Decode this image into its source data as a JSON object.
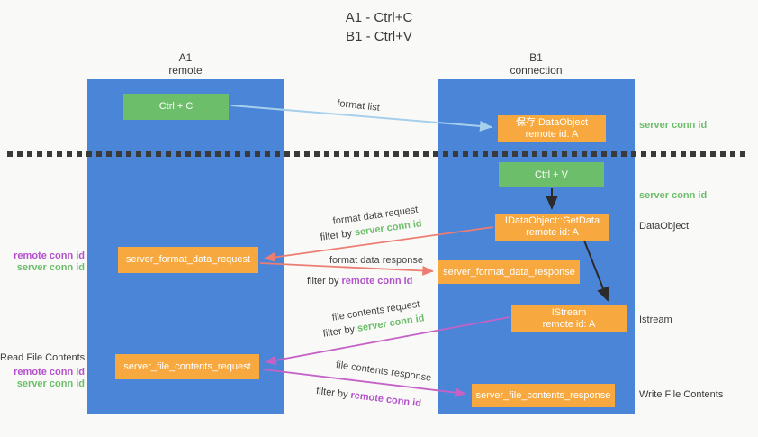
{
  "title": {
    "line1": "A1 - Ctrl+C",
    "line2": "B1 - Ctrl+V"
  },
  "columns": {
    "left": {
      "name": "A1",
      "subtitle": "remote"
    },
    "right": {
      "name": "B1",
      "subtitle": "connection"
    }
  },
  "nodes": {
    "ctrl_c": "Ctrl + C",
    "ctrl_v": "Ctrl + V",
    "save_dataobject": {
      "line1": "保存IDataObject",
      "line2": "remote id: A"
    },
    "getdata": {
      "line1": "IDataObject::GetData",
      "line2": "remote id: A"
    },
    "istream": {
      "line1": "IStream",
      "line2": "remote id: A"
    },
    "format_request": "server_format_data_request",
    "format_response": "server_format_data_response",
    "file_request": "server_file_contents_request",
    "file_response": "server_file_contents_response"
  },
  "edge_labels": {
    "format_list": "format list",
    "format_data_request": "format data request",
    "format_data_response": "format data response",
    "file_contents_request": "file contents request",
    "file_contents_response": "file contents response",
    "filter_by": "filter by",
    "server_conn_id": "server conn id",
    "remote_conn_id": "remote conn id"
  },
  "side_labels": {
    "remote_conn_id": "remote conn id",
    "server_conn_id": "server conn id",
    "read_file_contents": "Read File Contents",
    "dataobject": "DataObject",
    "istream": "Istream",
    "write_file_contents": "Write File Contents"
  },
  "colors": {
    "col_blue": "#4a85d7",
    "node_green": "#6dbe6a",
    "node_orange": "#f7a940",
    "arrow_blue": "#a6cfec",
    "arrow_red": "#ed7d72",
    "arrow_magenta": "#c562c5",
    "arrow_black": "#2b2b2b",
    "txt_green": "#6dbe6a",
    "txt_purple": "#b352cb",
    "dot_color": "#3a3a3a"
  }
}
